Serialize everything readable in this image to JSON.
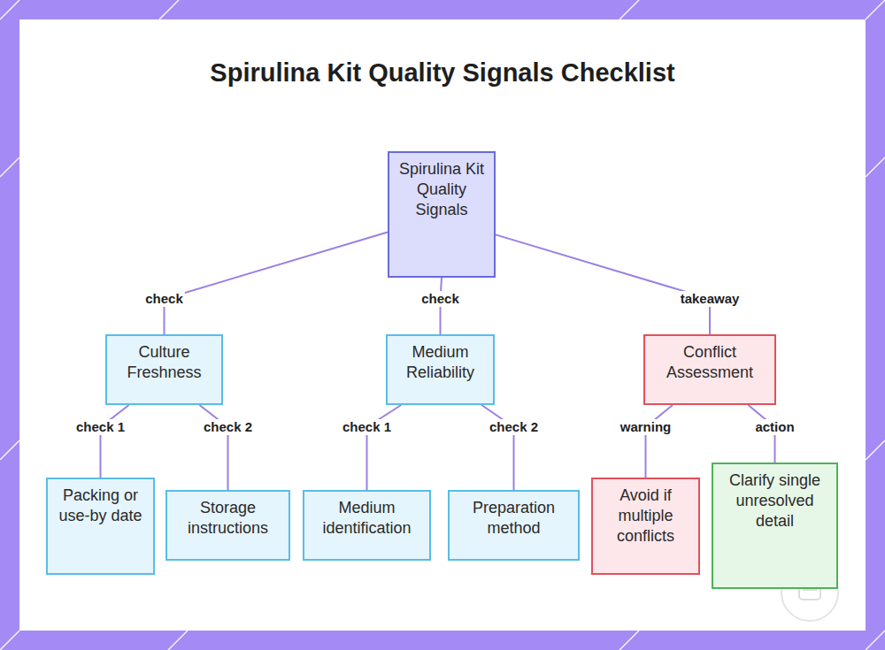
{
  "diagram": {
    "title": "Spirulina Kit Quality Signals Checklist",
    "nodes": [
      {
        "text": [
          "Spirulina Kit Quality Signals"
        ]
      },
      {
        "text": [
          "Culture Freshness"
        ]
      },
      {
        "text": [
          "Medium Reliability"
        ]
      },
      {
        "text": [
          "Conflict Assessment"
        ]
      },
      {
        "text": [
          "Packing or use-by date"
        ]
      },
      {
        "text": [
          "Storage instructions"
        ]
      },
      {
        "text": [
          "Medium identification"
        ]
      },
      {
        "text": [
          "Preparation method"
        ]
      },
      {
        "text": [
          "Avoid if multiple conflicts"
        ]
      },
      {
        "text": [
          "Clarify single unresolved detail"
        ]
      }
    ],
    "edges": [
      {
        "from": 0,
        "to": 1,
        "label": "check",
        "arrow": "none"
      },
      {
        "from": 0,
        "to": 2,
        "label": "check",
        "arrow": "none"
      },
      {
        "from": 0,
        "to": 3,
        "label": "takeaway",
        "arrow": "none"
      },
      {
        "from": 1,
        "to": 4,
        "label": "check 1",
        "arrow": "none"
      },
      {
        "from": 1,
        "to": 5,
        "label": "check 2",
        "arrow": "none"
      },
      {
        "from": 2,
        "to": 6,
        "label": "check 1",
        "arrow": "none"
      },
      {
        "from": 2,
        "to": 7,
        "label": "check 2",
        "arrow": "none"
      },
      {
        "from": 3,
        "to": 8,
        "label": "warning",
        "arrow": "none"
      },
      {
        "from": 3,
        "to": 9,
        "label": "action",
        "arrow": "none"
      }
    ]
  }
}
